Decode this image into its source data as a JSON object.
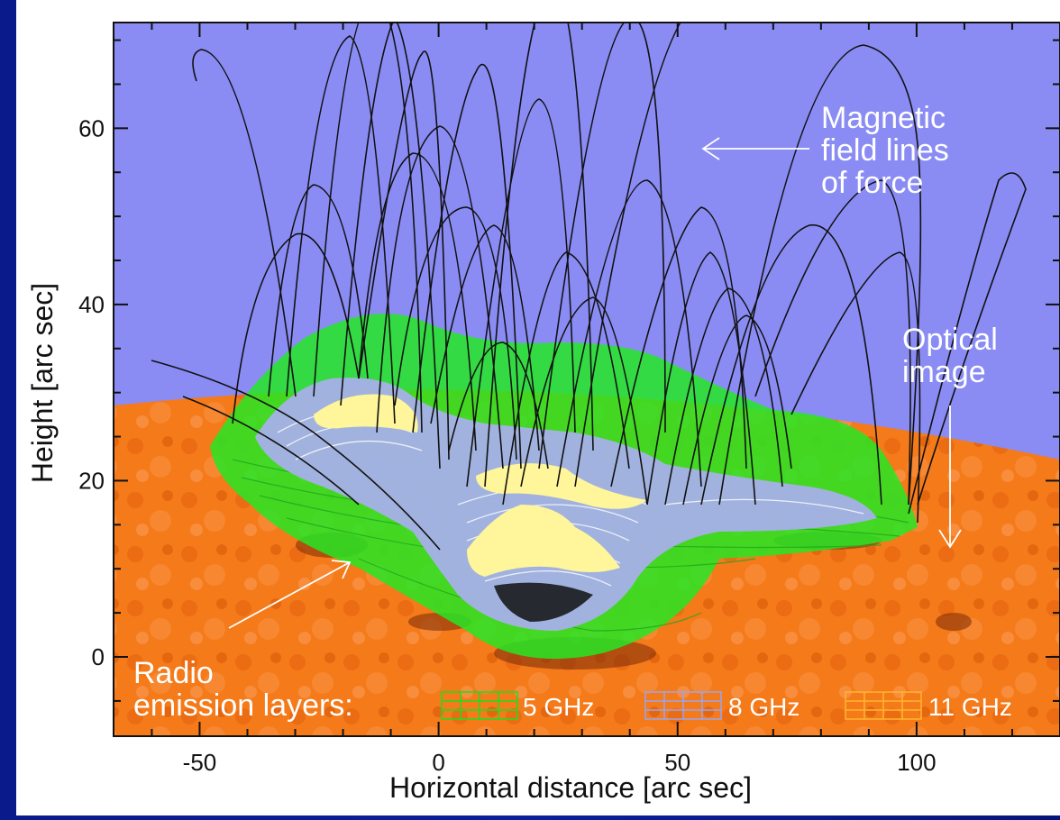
{
  "figure": {
    "y_axis_label": "Height [arc sec]",
    "x_axis_label": "Horizontal distance [arc sec]",
    "y_ticks": [
      "0",
      "20",
      "40",
      "60"
    ],
    "x_ticks": [
      "-50",
      "0",
      "50",
      "100"
    ],
    "x_range": [
      -68,
      130
    ],
    "y_range": [
      -9,
      72
    ]
  },
  "annotations": {
    "magnetic": [
      "Magnetic",
      "field lines",
      "of force"
    ],
    "optical": [
      "Optical",
      "image"
    ],
    "radio": [
      "Radio",
      "emission layers:"
    ]
  },
  "legend": [
    {
      "label": "5 GHz",
      "color": "#22dd22"
    },
    {
      "label": "8 GHz",
      "color": "#9aa4ee"
    },
    {
      "label": "11 GHz",
      "color": "#ffb530"
    }
  ],
  "colors": {
    "sky": "#8a8cf4",
    "sun": "#f47a1a",
    "layer_5ghz": "#25e825",
    "layer_8ghz": "#a8b0ea",
    "layer_11ghz": "#fff59a",
    "field_lines": "#111111",
    "annotation_text": "#ffffff"
  }
}
